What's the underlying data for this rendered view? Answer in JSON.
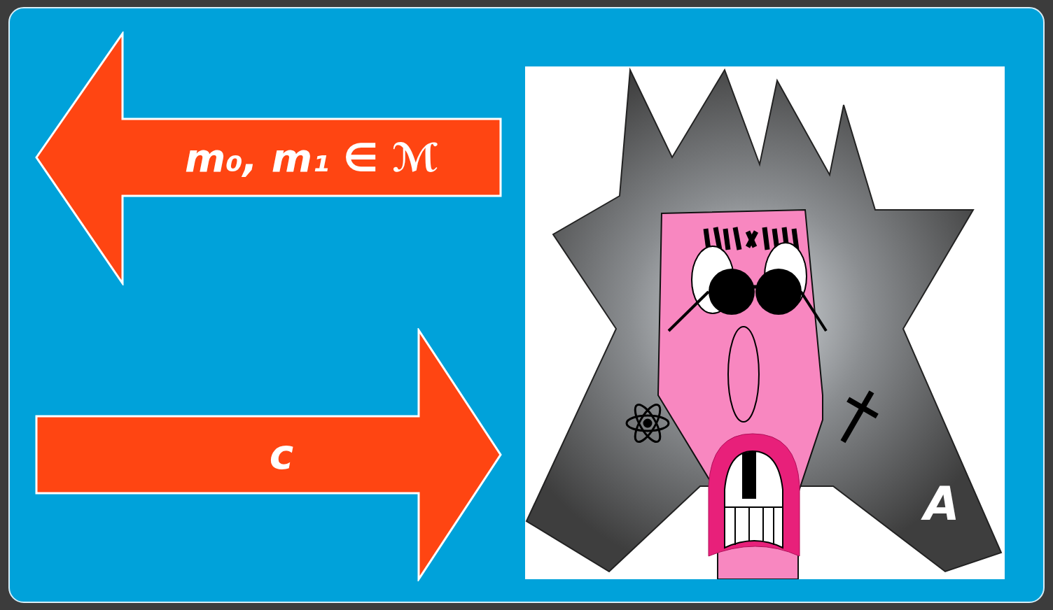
{
  "diagram": {
    "nodes": [
      {
        "text": [
          "m₀, m₁ ∈ ℳ"
        ]
      },
      {
        "text": [
          "A"
        ]
      },
      {
        "text": [
          "c"
        ]
      }
    ]
  }
}
